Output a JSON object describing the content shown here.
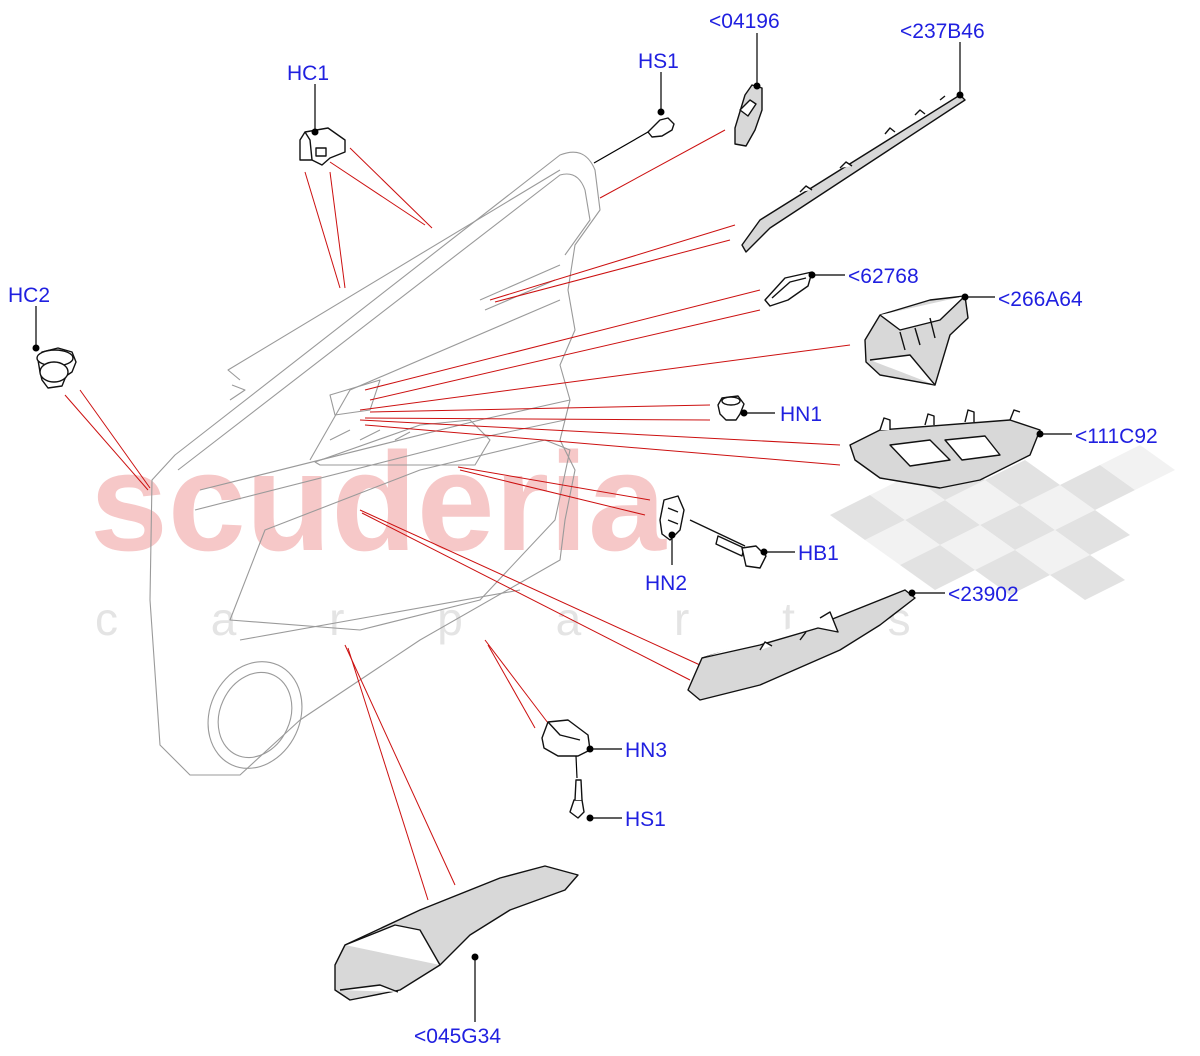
{
  "watermark": {
    "brand": "scuderia",
    "subtitle": "c a r p a r t s"
  },
  "callouts": {
    "c_04196": "<04196",
    "c_237B46": "<237B46",
    "c_HS1_top": "HS1",
    "c_HC1": "HC1",
    "c_HC2": "HC2",
    "c_62768": "<62768",
    "c_266A64": "<266A64",
    "c_HN1": "HN1",
    "c_111C92": "<111C92",
    "c_HN2": "HN2",
    "c_HB1": "HB1",
    "c_23902": "<23902",
    "c_HN3": "HN3",
    "c_HS1_bottom": "HS1",
    "c_045G34": "<045G34"
  },
  "colors": {
    "callout_text": "#2020e0",
    "leader_lines": "#cc1010",
    "watermark_red": "#f6c8c8",
    "watermark_grey": "#e4e4e4"
  }
}
